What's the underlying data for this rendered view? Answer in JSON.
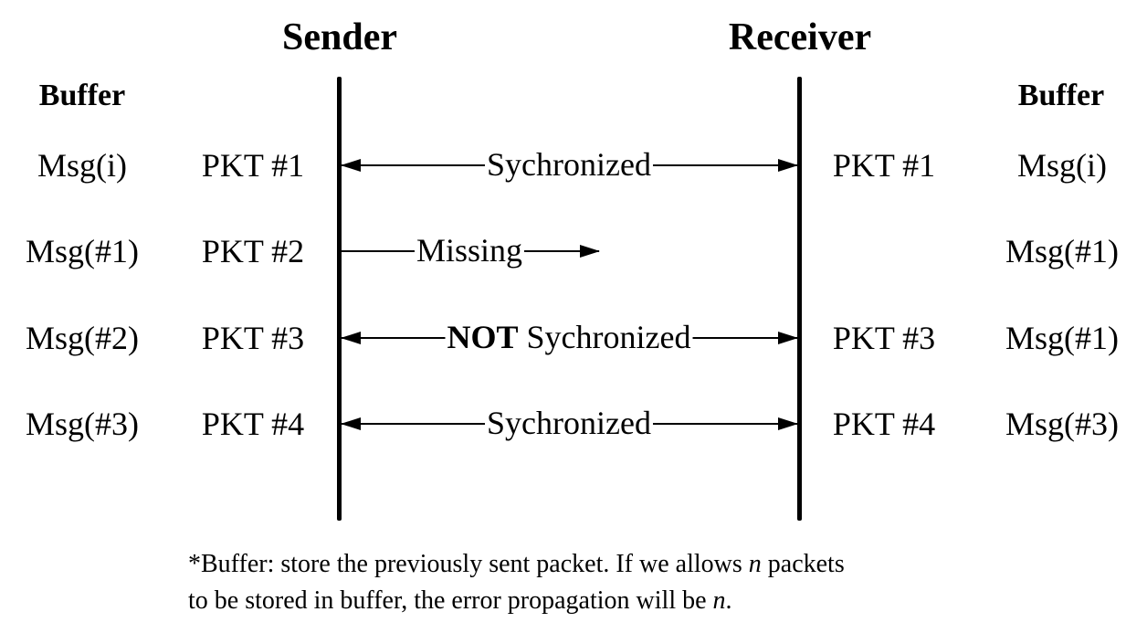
{
  "headers": {
    "sender": "Sender",
    "receiver": "Receiver",
    "buffer_left": "Buffer",
    "buffer_right": "Buffer"
  },
  "rows": [
    {
      "sender_buffer": "Msg(i)",
      "sender_packet": "PKT #1",
      "arrow_type": "both",
      "status_bold": "",
      "status_text": "Sychronized",
      "receiver_packet": "PKT #1",
      "receiver_buffer": "Msg(i)"
    },
    {
      "sender_buffer": "Msg(#1)",
      "sender_packet": "PKT #2",
      "arrow_type": "missing",
      "status_bold": "",
      "status_text": "Missing",
      "receiver_packet": "",
      "receiver_buffer": "Msg(#1)"
    },
    {
      "sender_buffer": "Msg(#2)",
      "sender_packet": "PKT #3",
      "arrow_type": "both",
      "status_bold": "NOT",
      "status_text": " Sychronized",
      "receiver_packet": "PKT #3",
      "receiver_buffer": "Msg(#1)"
    },
    {
      "sender_buffer": "Msg(#3)",
      "sender_packet": "PKT #4",
      "arrow_type": "both",
      "status_bold": "",
      "status_text": "Sychronized",
      "receiver_packet": "PKT #4",
      "receiver_buffer": "Msg(#3)"
    }
  ],
  "footnote": {
    "line1_a": "*Buffer: store the previously sent packet. If we allows ",
    "line1_n": "n",
    "line1_b": " packets",
    "line2_a": "to be stored in buffer, the error propagation will be ",
    "line2_n": "n",
    "line2_b": "."
  }
}
